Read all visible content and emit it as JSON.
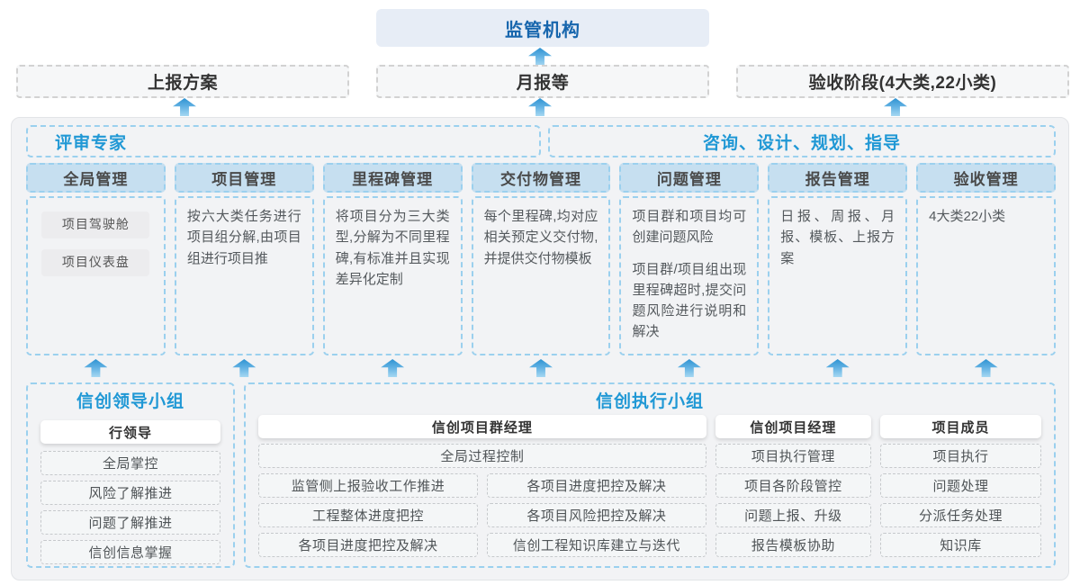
{
  "regulator": {
    "label": "监管机构"
  },
  "channels": {
    "report_plan": "上报方案",
    "monthly_report": "月报等",
    "acceptance_stage": "验收阶段(4大类,22小类)"
  },
  "advisors": {
    "left": "评审专家",
    "right": "咨询、设计、规划、指导"
  },
  "columns": [
    {
      "title": "全局管理",
      "tags": [
        "项目驾驶舱",
        "项目仪表盘"
      ]
    },
    {
      "title": "项目管理",
      "text": "按六大类任务进行项目组分解,由项目组进行项目推"
    },
    {
      "title": "里程碑管理",
      "text": "将项目分为三大类型,分解为不同里程碑,有标准并且实现差异化定制"
    },
    {
      "title": "交付物管理",
      "text": "每个里程碑,均对应相关预定义交付物,并提供交付物模板"
    },
    {
      "title": "问题管理",
      "text": "项目群和项目均可创建问题风险",
      "text2": "项目群/项目组出现里程碑超时,提交问题风险进行说明和解决"
    },
    {
      "title": "报告管理",
      "text": "日报、周报、月报、模板、上报方案"
    },
    {
      "title": "验收管理",
      "text": "4大类22小类"
    }
  ],
  "leader_group": {
    "title": "信创领导小组",
    "role": "行领导",
    "items": [
      "全局掌控",
      "风险了解推进",
      "问题了解推进",
      "信创信息掌握"
    ]
  },
  "exec_group": {
    "title": "信创执行小组",
    "program_manager": {
      "role": "信创项目群经理",
      "row_full": "全局过程控制",
      "left_items": [
        "监管侧上报验收工作推进",
        "工程整体进度把控",
        "各项目进度把控及解决"
      ],
      "right_items": [
        "各项目进度把控及解决",
        "各项目风险把控及解决",
        "信创工程知识库建立与迭代"
      ]
    },
    "project_manager": {
      "role": "信创项目经理",
      "items": [
        "项目执行管理",
        "项目各阶段管控",
        "问题上报、升级",
        "报告模板协助"
      ]
    },
    "member": {
      "role": "项目成员",
      "items": [
        "项目执行",
        "问题处理",
        "分派任务处理",
        "知识库"
      ]
    }
  },
  "colors": {
    "accent_blue": "#2098d5",
    "dark_blue": "#1766ad",
    "column_header_bg": "#c6dff0",
    "dashed_blue": "#9bd0ee",
    "container_bg": "#f2f3f5"
  }
}
